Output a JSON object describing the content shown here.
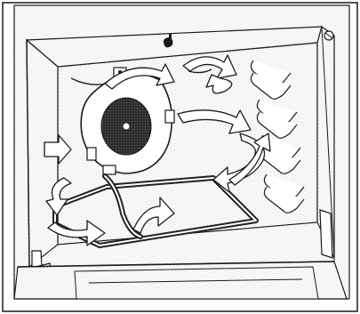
{
  "figure": {
    "subject": "oven-interior-convection-airflow",
    "parts": {
      "oven_cavity": "oven-cavity",
      "oven_door": "oven-door",
      "convection_fan": "convection-fan",
      "fan_grille": "fan-grille",
      "fan_icon": "fan-icon",
      "bake_element": "bake-element",
      "rack_supports": "rack-supports",
      "airflow_arrows": "airflow-arrows",
      "mounting_screw": "mounting-screw-icon"
    },
    "colors": {
      "ink": "#1a1a1a",
      "background": "#ffffff",
      "stipple": "#9a9a9a",
      "element": "#222222",
      "arrow_fill": "#ffffff"
    }
  }
}
